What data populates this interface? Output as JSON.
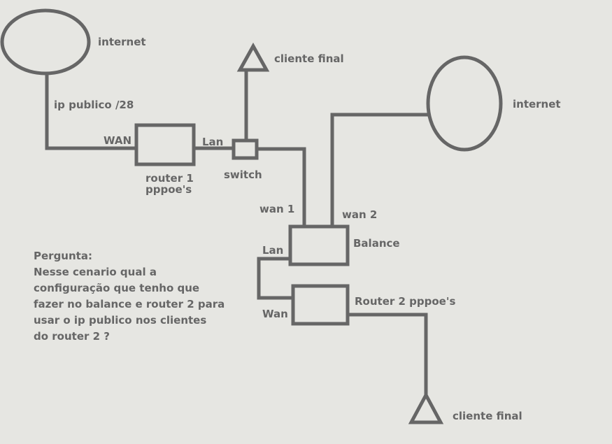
{
  "labels": {
    "internet_1": "internet",
    "internet_2": "internet",
    "ip_publico": "ip publico /28",
    "wan_router1": "WAN",
    "lan_router1": "Lan",
    "router1_line1": "router 1",
    "router1_line2": "pppoe's",
    "switch": "switch",
    "cliente_final_1": "cliente final",
    "cliente_final_2": "cliente final",
    "wan1": "wan 1",
    "wan2": "wan 2",
    "balance": "Balance",
    "lan_balance": "Lan",
    "wan_router2": "Wan",
    "router2": "Router 2  pppoe's"
  },
  "question": {
    "title": "Pergunta:",
    "lines": [
      "Nesse cenario qual a",
      "configuração que tenho que",
      "fazer no balance e router 2 para",
      "usar o ip publico nos clientes",
      "do router 2 ?"
    ]
  },
  "colors": {
    "line": "#666666",
    "background": "#e6e6e2"
  }
}
